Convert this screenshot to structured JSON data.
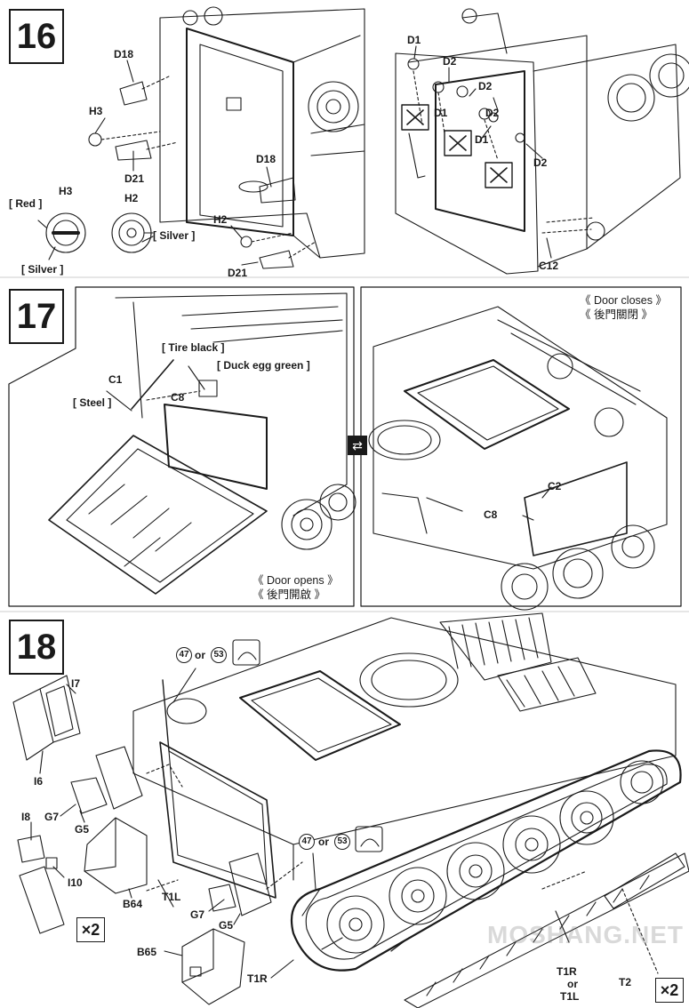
{
  "steps": {
    "s16": "16",
    "s17": "17",
    "s18": "18"
  },
  "step16": {
    "left": {
      "d18_a": "D18",
      "h3_a": "H3",
      "d21_a": "D21",
      "d18_b": "D18",
      "h2_a": "H2",
      "d21_b": "D21",
      "red": "[ Red ]",
      "h3_b": "H3",
      "silver_a": "[ Silver ]",
      "h2_b": "H2",
      "silver_b": "[ Silver ]"
    },
    "right": {
      "d1_a": "D1",
      "d2_a": "D2",
      "d1_b": "D1",
      "d2_b": "D2",
      "d2_c": "D2",
      "d1_c": "D1",
      "d2_d": "D2",
      "c12": "C12"
    }
  },
  "step17": {
    "left": {
      "tire_black": "[ Tire black ]",
      "duck_egg": "[ Duck egg green ]",
      "c1": "C1",
      "steel": "[ Steel ]",
      "c8": "C8",
      "door_opens": "《 Door opens 》",
      "door_opens_cn": "《 後門開啟 》"
    },
    "right": {
      "door_closes": "《 Door closes 》",
      "door_closes_cn": "《 後門關閉 》",
      "c2": "C2",
      "c8": "C8"
    }
  },
  "step18": {
    "i7": "I7",
    "i6": "I6",
    "g7_a": "G7",
    "g5_a": "G5",
    "i8": "I8",
    "i10": "I10",
    "b64": "B64",
    "t1l": "T1L",
    "g7_b": "G7",
    "g5_b": "G5",
    "b65": "B65",
    "t1r_a": "T1R",
    "t1r_or": "T1R",
    "or_word": "or",
    "t1l_or": "T1L",
    "t2": "T2",
    "n47_a": "47",
    "or_a": "or",
    "n53_a": "53",
    "n47_b": "47",
    "or_b": "or",
    "n53_b": "53",
    "x2_a": "×2",
    "x2_b": "×2"
  },
  "watermark": "MOSHANG.NET"
}
